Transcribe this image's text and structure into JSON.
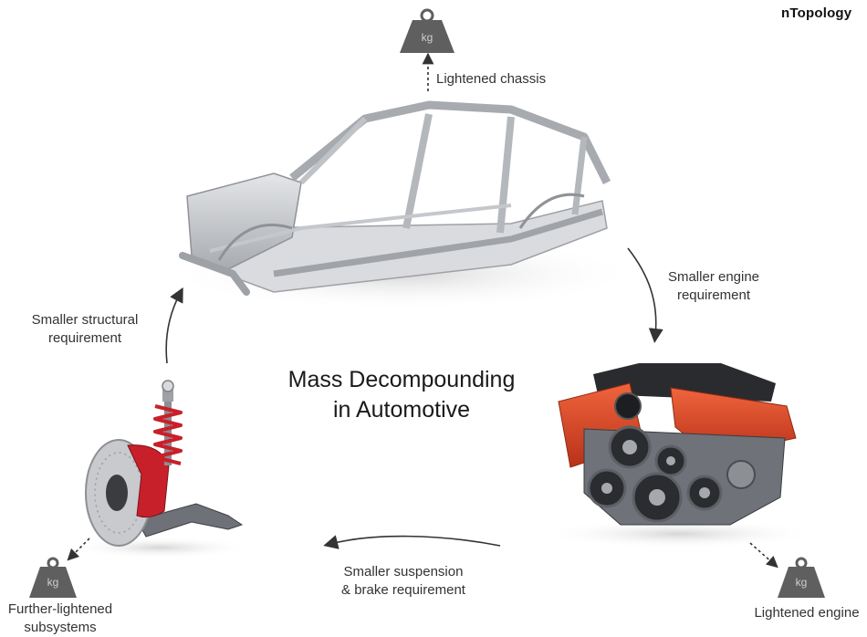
{
  "brand": "nTopology",
  "title_line1": "Mass Decompounding",
  "title_line2": "in Automotive",
  "weights": {
    "chassis": "kg",
    "engine": "kg",
    "subsystems": "kg"
  },
  "labels": {
    "lightened_chassis": "Lightened chassis",
    "smaller_engine_line1": "Smaller engine",
    "smaller_engine_line2": "requirement",
    "lightened_engine": "Lightened engine",
    "smaller_suspension_line1": "Smaller suspension",
    "smaller_suspension_line2": "& brake requirement",
    "further_lightened_line1": "Further-lightened",
    "further_lightened_line2": "subsystems",
    "smaller_structural_line1": "Smaller structural",
    "smaller_structural_line2": "requirement"
  },
  "colors": {
    "weight_fill": "#5f5f5f",
    "engine_accent": "#d8401e",
    "brake_accent": "#c8202a",
    "frame_gray": "#b9bcc0"
  }
}
